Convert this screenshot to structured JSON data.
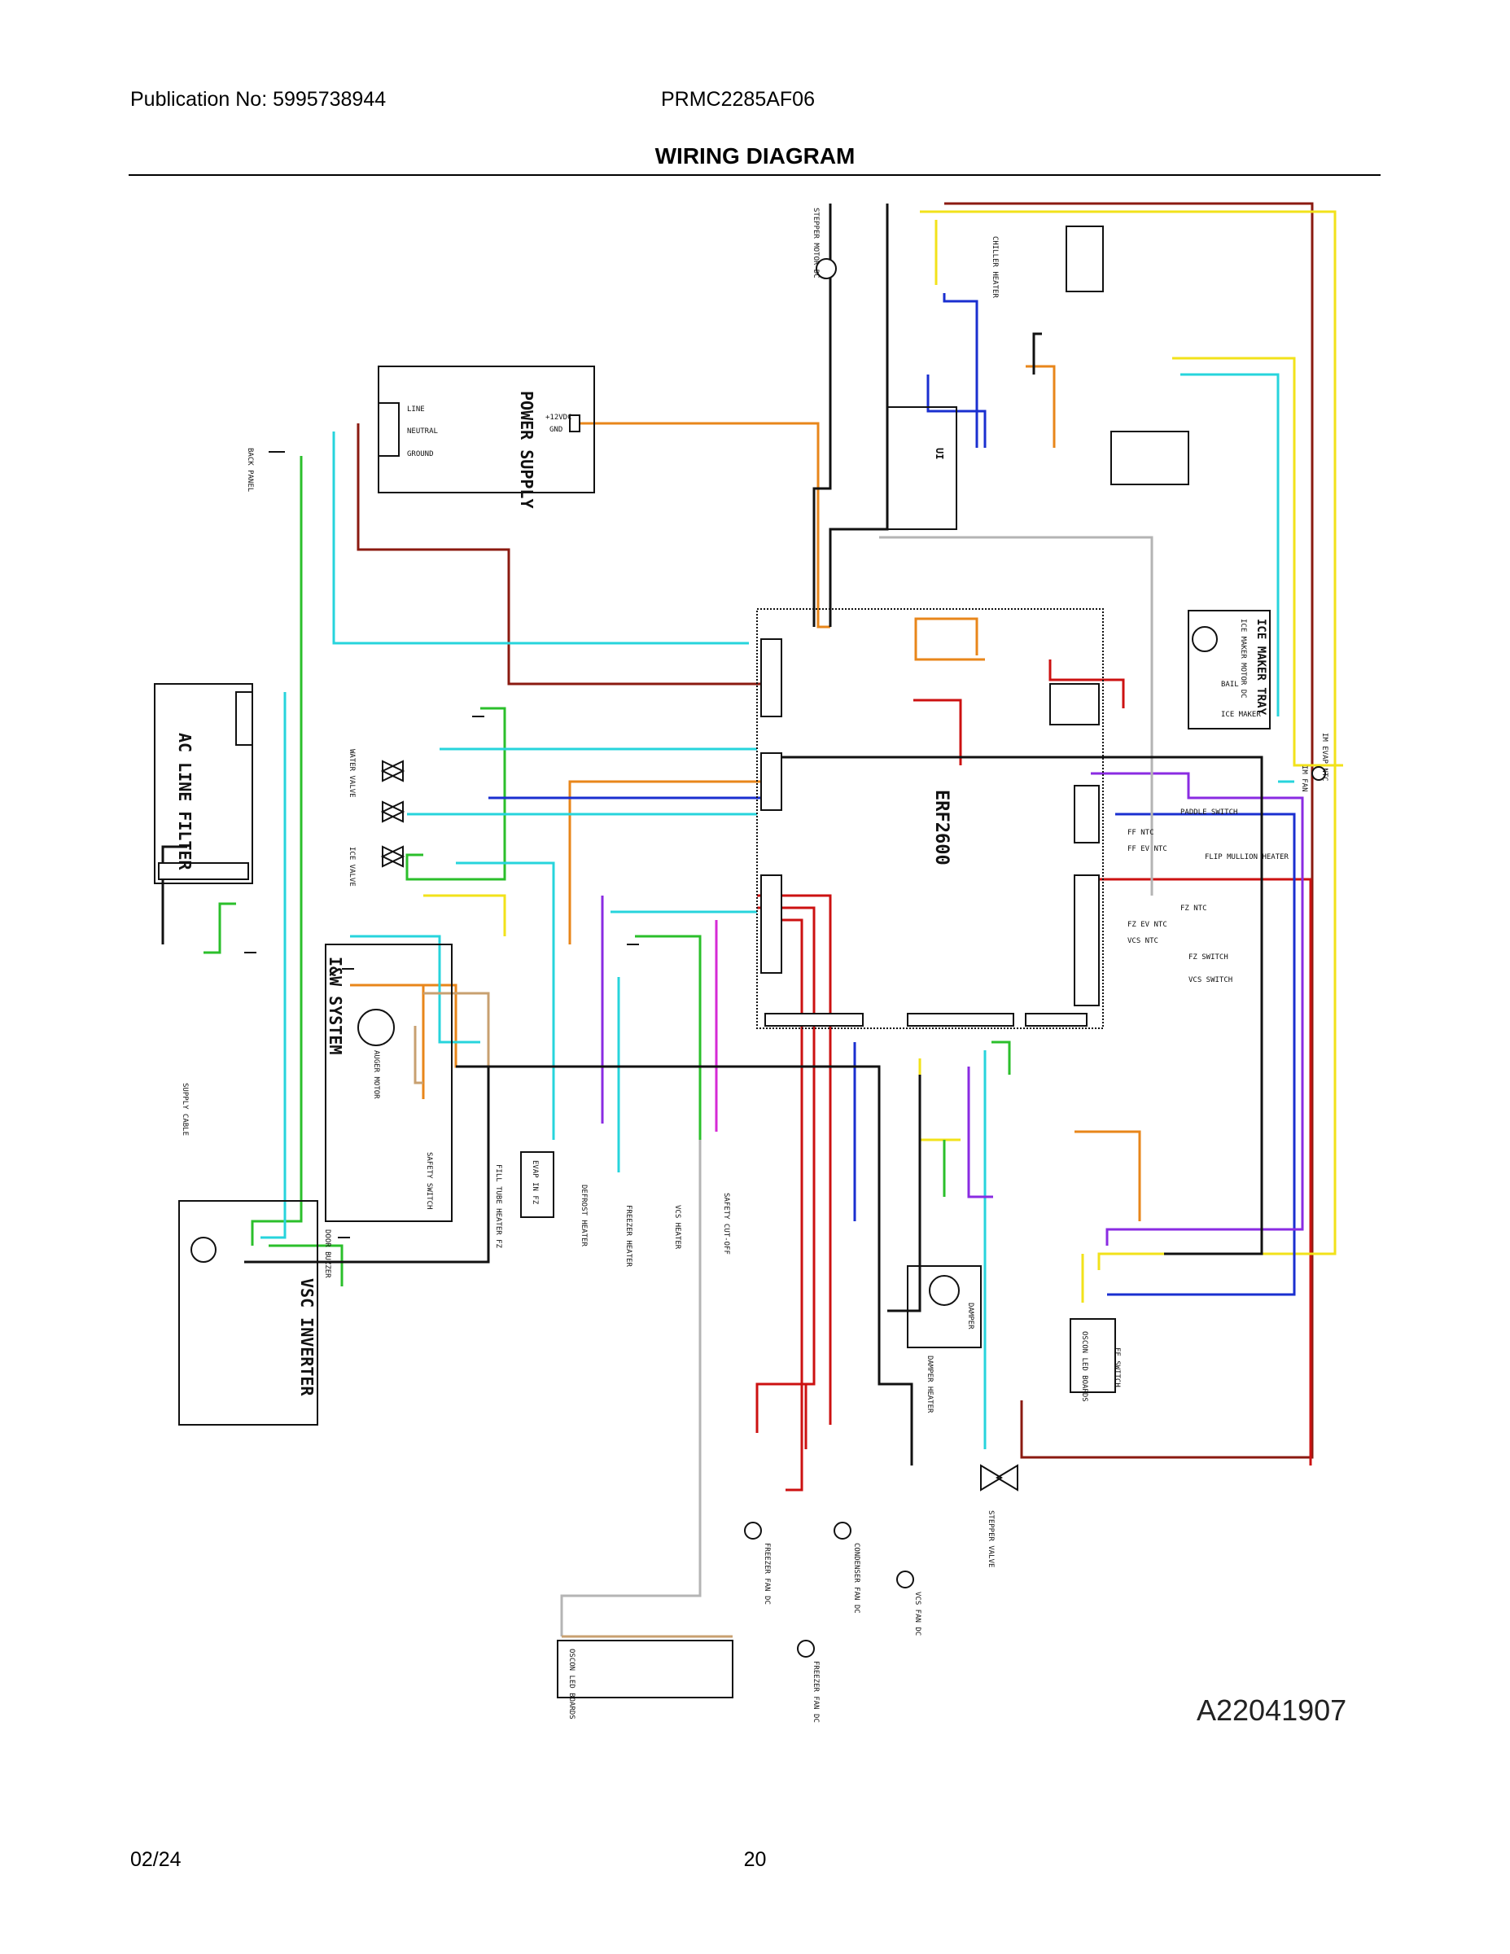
{
  "header": {
    "publication": "Publication No: 5995738944",
    "model": "PRMC2285AF06",
    "title": "WIRING DIAGRAM"
  },
  "footer": {
    "date": "02/24",
    "page_number": "20",
    "diagram_code": "A22041907"
  },
  "blocks": {
    "power_supply": "POWER SUPPLY",
    "ac_line_filter": "AC LINE FILTER",
    "main_board": "ERF2600",
    "iw_system": "I&W SYSTEM",
    "vsc_inverter": "VSC INVERTER",
    "ice_maker_tray": "ICE MAKER TRAY",
    "ui": "UI"
  },
  "labels": {
    "line": "LINE",
    "neutral": "NEUTRAL",
    "ground": "GROUND",
    "plus12vdc": "+12VDC",
    "gnd": "GND",
    "back_panel": "BACK PANEL",
    "supply_cable": "SUPPLY CABLE",
    "paddle_switch": "PADDLE SWITCH",
    "ff_ntc": "FF NTC",
    "ff_ev_ntc": "FF EV NTC",
    "flip_mullion_heater": "FLIP MULLION HEATER",
    "fz_ntc": "FZ NTC",
    "fz_ev_ntc": "FZ EV NTC",
    "vcs_ntc": "VCS NTC",
    "fz_switch": "FZ SWITCH",
    "vcs_switch": "VCS SWITCH",
    "bail": "BAIL",
    "ice_maker": "ICE MAKER",
    "ice_maker_motor": "ICE MAKER MOTOR DC",
    "im_fan": "IM FAN",
    "im_evap_ntc": "IM EVAP NTC",
    "damper": "DAMPER",
    "damper_heater": "DAMPER HEATER",
    "stepper_valve": "STEPPER VALVE",
    "freezer_fan": "FREEZER FAN DC",
    "condenser_fan": "CONDENSER FAN DC",
    "vcs_fan": "VCS FAN DC",
    "ff_switch": "FF SWITCH",
    "ff_led_boards": "OSCON LED BOARDS",
    "safety_cut_off": "SAFETY CUT-OFF",
    "safety_switch": "SAFETY SWITCH",
    "auger_motor": "AUGER MOTOR",
    "door_buzzer": "DOOR BUZZER",
    "fill_tube_heater": "FILL TUBE HEATER FZ",
    "evap_heater": "EVAP IN FZ",
    "defrost_heater": "DEFROST HEATER",
    "freezer_heater": "FREEZER HEATER",
    "vcs_heater": "VCS HEATER",
    "water_valve": "WATER VALVE",
    "ice_valve": "ICE VALVE",
    "chiller_heater": "CHILLER HEATER",
    "stepper_motor": "STEPPER MOTOR DC",
    "led_boards": "OSCON LED BOARDS"
  },
  "wire_colors": {
    "red": "#cc1111",
    "dark_red": "#8b1a10",
    "orange": "#e8861a",
    "yellow": "#f2e21a",
    "green": "#2bbf2b",
    "cyan": "#27d4dc",
    "blue": "#1a2fd0",
    "purple": "#8a2be2",
    "magenta": "#d62ad6",
    "tan": "#c8a070",
    "gray": "#b4b4b4",
    "black": "#111111",
    "white_wire": "#d8d8d8"
  }
}
